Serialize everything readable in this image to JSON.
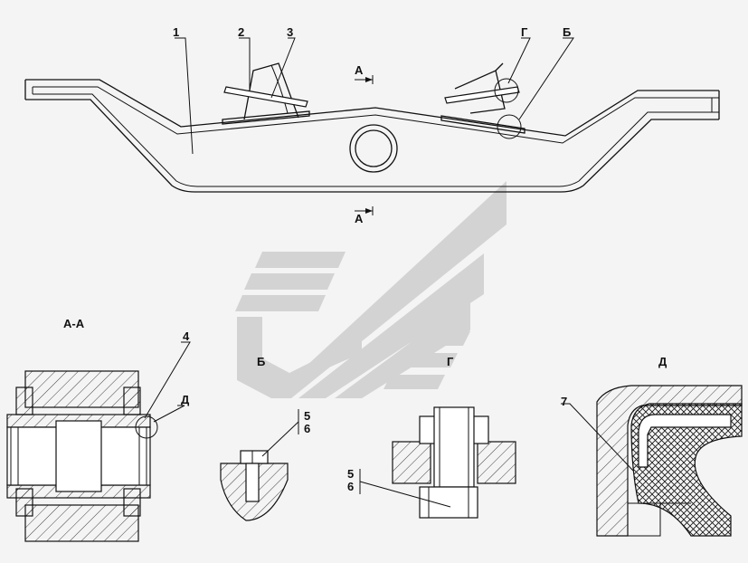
{
  "labels": {
    "part1": "1",
    "part2": "2",
    "part3": "3",
    "part4": "4",
    "part7": "7",
    "callout_g": "Г",
    "callout_b": "Б",
    "callout_d": "Д",
    "section_arrow_top": "А",
    "section_arrow_bottom": "А",
    "section_aa": "А-А",
    "detail_b": "Б",
    "detail_g": "Г",
    "detail_d": "Д",
    "detail_b_5": "5",
    "detail_b_6": "6",
    "detail_g_5": "5",
    "detail_g_6": "6"
  },
  "colors": {
    "line": "#111111",
    "background": "#f4f4f4",
    "watermark": "#c8c8c8"
  },
  "watermark_icon": "logo-watermark"
}
